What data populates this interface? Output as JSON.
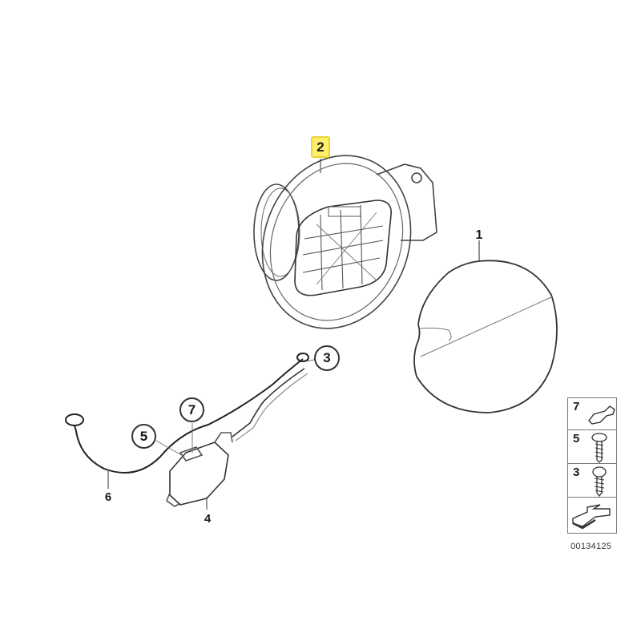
{
  "diagram": {
    "type": "exploded-parts-view",
    "subject": "fuel filler flap assembly",
    "document_id": "00134125",
    "highlight_color": "#ffef6a",
    "line_color": "#333333",
    "parts": [
      {
        "id": "1",
        "label": "1",
        "name": "fuel-filler-flap",
        "style": "plain"
      },
      {
        "id": "2",
        "label": "2",
        "name": "filler-pipe-housing",
        "style": "highlighted"
      },
      {
        "id": "3",
        "label": "3",
        "name": "screw-3",
        "style": "circled"
      },
      {
        "id": "4",
        "label": "4",
        "name": "actuator",
        "style": "plain"
      },
      {
        "id": "5",
        "label": "5",
        "name": "screw-5",
        "style": "circled"
      },
      {
        "id": "6",
        "label": "6",
        "name": "emergency-release-cable",
        "style": "plain"
      },
      {
        "id": "7",
        "label": "7",
        "name": "clip-7",
        "style": "circled"
      }
    ],
    "legend": {
      "items": [
        {
          "label": "7",
          "icon": "clip-icon"
        },
        {
          "label": "5",
          "icon": "screw-icon"
        },
        {
          "label": "3",
          "icon": "self-tapping-screw-icon"
        },
        {
          "label": "",
          "icon": "direction-arrow-icon"
        }
      ]
    }
  }
}
